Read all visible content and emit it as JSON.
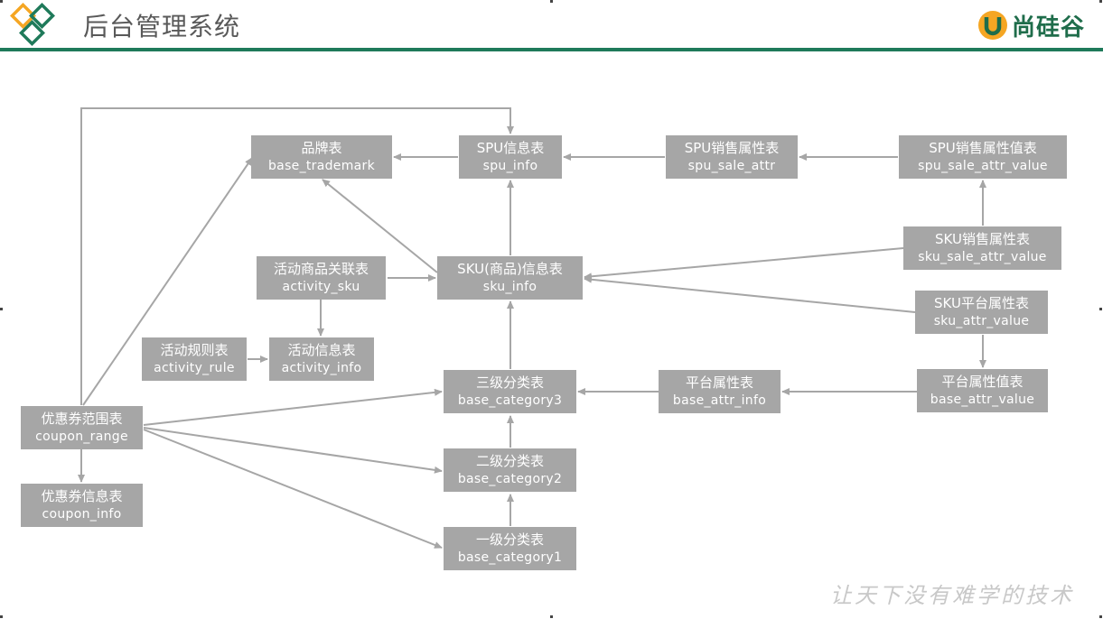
{
  "header": {
    "title": "后台管理系统",
    "brand_name": "尚硅谷",
    "accent_color": "#1f7a5a"
  },
  "diagram": {
    "box_color": "#a6a6a6",
    "line_color": "#a6a6a6",
    "nodes": {
      "base_trademark": {
        "cn": "品牌表",
        "en": "base_trademark"
      },
      "spu_info": {
        "cn": "SPU信息表",
        "en": "spu_info"
      },
      "spu_sale_attr": {
        "cn": "SPU销售属性表",
        "en": "spu_sale_attr"
      },
      "spu_sale_attr_value": {
        "cn": "SPU销售属性值表",
        "en": "spu_sale_attr_value"
      },
      "activity_sku": {
        "cn": "活动商品关联表",
        "en": "activity_sku"
      },
      "sku_info": {
        "cn": "SKU(商品)信息表",
        "en": "sku_info"
      },
      "sku_sale_attr_value": {
        "cn": "SKU销售属性表",
        "en": "sku_sale_attr_value"
      },
      "sku_attr_value": {
        "cn": "SKU平台属性表",
        "en": "sku_attr_value"
      },
      "activity_rule": {
        "cn": "活动规则表",
        "en": "activity_rule"
      },
      "activity_info": {
        "cn": "活动信息表",
        "en": "activity_info"
      },
      "base_category3": {
        "cn": "三级分类表",
        "en": "base_category3"
      },
      "base_attr_info": {
        "cn": "平台属性表",
        "en": "base_attr_info"
      },
      "base_attr_value": {
        "cn": "平台属性值表",
        "en": "base_attr_value"
      },
      "coupon_range": {
        "cn": "优惠券范围表",
        "en": "coupon_range"
      },
      "base_category2": {
        "cn": "二级分类表",
        "en": "base_category2"
      },
      "coupon_info": {
        "cn": "优惠券信息表",
        "en": "coupon_info"
      },
      "base_category1": {
        "cn": "一级分类表",
        "en": "base_category1"
      }
    }
  },
  "footer": {
    "slogan": "让天下没有难学的技术"
  }
}
